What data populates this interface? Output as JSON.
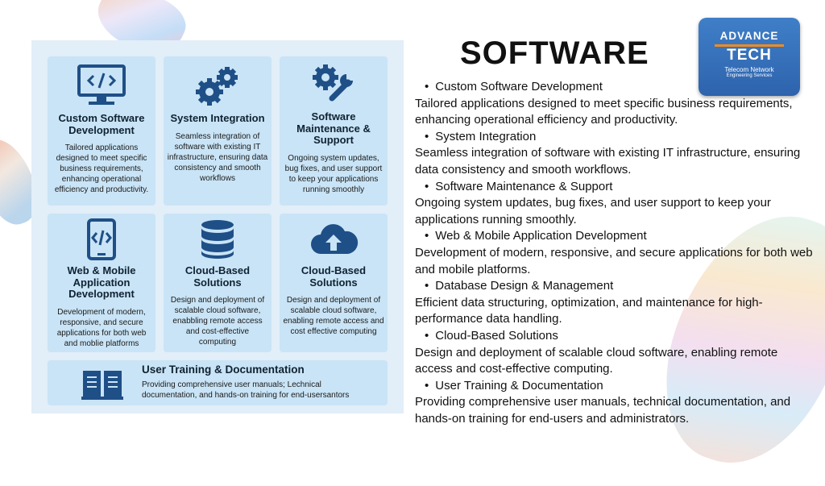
{
  "heading": "SOFTWARE",
  "logo": {
    "line1": "ADVANCE",
    "line2": "TECH",
    "line3": "Telecom Network",
    "line4": "Engineering Services"
  },
  "colors": {
    "panel": "#e2eef8",
    "card": "#c9e4f6",
    "icon": "#1f4f87",
    "logo": "#2e63ad",
    "logo_bar": "#f28a1c"
  },
  "cards": [
    {
      "icon": "monitor-code-icon",
      "title": "Custom Software Development",
      "desc": "Tailored applications designed to meet specific business requirements, enhancing operational efficiency and productivity."
    },
    {
      "icon": "gears-icon",
      "title": "System Integration",
      "desc": "Seamless integration of software with existing IT infrastructure, ensuring data consistency and smooth workflows"
    },
    {
      "icon": "gear-wrench-icon",
      "title": "Software Maintenance & Support",
      "desc": "Ongoing system updates, bug fixes, and user support to keep your applications running smoothly"
    },
    {
      "icon": "mobile-code-icon",
      "title": "Web & Mobile Application Development",
      "desc": "Development of modern, responsive, and secure applications for both web and moblie platforms"
    },
    {
      "icon": "database-icon",
      "title": "Cloud-Based Solutions",
      "desc": "Design and deployment of scalable cloud software, enabbling remote access and cost-effective computing"
    },
    {
      "icon": "cloud-upload-icon",
      "title": "Cloud-Based Solutions",
      "desc": "Design and deployment of scalable cloud software, enabling remote access and cost effective computing"
    },
    {
      "icon": "book-icon",
      "title": "User Training & Documentation",
      "desc1": "Providing comprehensive user manuals;  Lechnical",
      "desc2": "documentation, and hands-on training for end-usersantors"
    }
  ],
  "list": [
    {
      "title": "Custom Software Development",
      "desc": "Tailored applications designed to meet specific business requirements, enhancing operational efficiency and productivity."
    },
    {
      "title": "System Integration",
      "desc": "Seamless integration of software with existing IT infrastructure, ensuring data consistency and smooth workflows."
    },
    {
      "title": "Software Maintenance & Support",
      "desc": "Ongoing system updates, bug fixes, and user support to keep your applications running smoothly."
    },
    {
      "title": "Web & Mobile Application Development",
      "desc": "Development of modern, responsive, and secure applications for both web and mobile platforms."
    },
    {
      "title": "Database Design & Management",
      "desc": "Efficient data structuring, optimization, and maintenance for high-performance data handling."
    },
    {
      "title": "Cloud-Based Solutions",
      "desc": "Design and deployment of scalable cloud software, enabling remote access and cost-effective computing."
    },
    {
      "title": "User Training & Documentation",
      "desc": "Providing comprehensive user manuals, technical documentation, and hands-on training for end-users and administrators."
    }
  ]
}
